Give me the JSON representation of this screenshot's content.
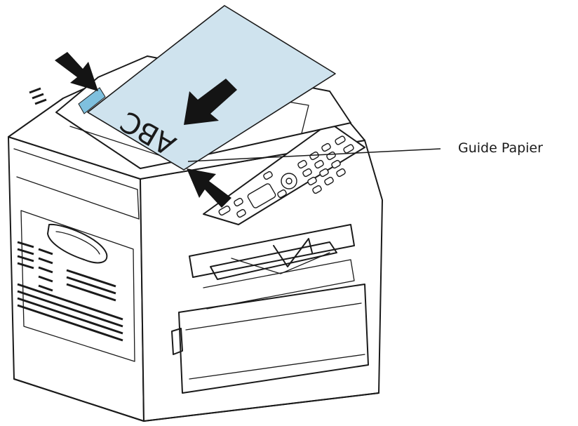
{
  "diagram": {
    "callout": {
      "label": "Guide Papier"
    },
    "paper": {
      "text": "ABC",
      "fill_color": "#cfe3ee",
      "guide_color": "#7fc0de"
    },
    "arrows": [
      {
        "name": "left-guide-arrow",
        "direction": "down-right"
      },
      {
        "name": "paper-insert-arrow",
        "direction": "down-left"
      },
      {
        "name": "right-guide-arrow",
        "direction": "up-left"
      }
    ]
  }
}
